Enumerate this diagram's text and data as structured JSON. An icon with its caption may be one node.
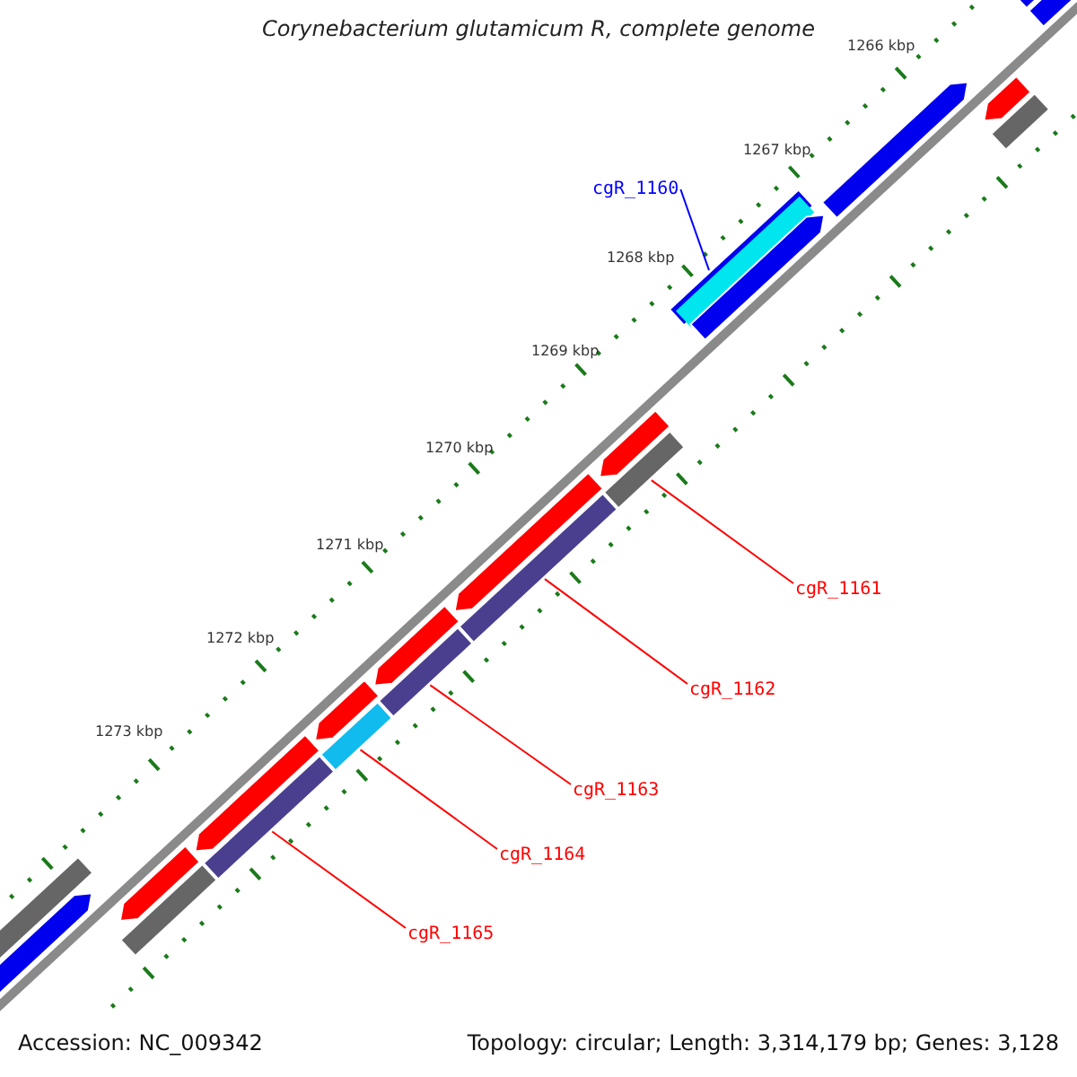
{
  "diagram": {
    "title": "Corynebacterium glutamicum R, complete genome",
    "nodes": [
      {
        "text": [
          "cgR_1160"
        ]
      },
      {
        "text": [],
        "shape": "bar"
      },
      {
        "text": [
          "cgR_1161"
        ]
      },
      {
        "text": [],
        "shape": "bar"
      },
      {
        "text": [
          "cgR_1162"
        ]
      },
      {
        "text": [],
        "shape": "bar"
      },
      {
        "text": [
          "cgR_1163"
        ]
      },
      {
        "text": [],
        "shape": "bar"
      },
      {
        "text": [
          "cgR_1164"
        ]
      },
      {
        "text": [],
        "shape": "bar"
      },
      {
        "text": [
          "cgR_1165"
        ]
      },
      {
        "text": [],
        "shape": "bar"
      },
      {
        "text": [],
        "shape": "pentagon"
      },
      {
        "text": [],
        "shape": "pentagon"
      },
      {
        "text": [],
        "shape": "pentagon"
      },
      {
        "text": [],
        "shape": "pentagon"
      },
      {
        "text": [],
        "shape": "bar"
      },
      {
        "text": [],
        "shape": "pentagon"
      },
      {
        "text": [],
        "shape": "pentagon"
      },
      {
        "text": [],
        "shape": "pentagon"
      },
      {
        "text": [],
        "shape": "pentagon"
      },
      {
        "text": [],
        "shape": "pentagon"
      },
      {
        "text": [],
        "shape": "pentagon"
      },
      {
        "text": [],
        "shape": "pentagon"
      },
      {
        "text": [],
        "shape": "pentagon"
      },
      {
        "text": [],
        "shape": "bar"
      },
      {
        "text": [],
        "shape": "bar"
      }
    ],
    "edges": [
      {
        "from": 0,
        "to": 1,
        "arrow": "none",
        "color": "#0000ff"
      },
      {
        "from": 2,
        "to": 3,
        "arrow": "none"
      },
      {
        "from": 4,
        "to": 5,
        "arrow": "none"
      },
      {
        "from": 6,
        "to": 7,
        "arrow": "none"
      },
      {
        "from": 8,
        "to": 9,
        "arrow": "none"
      },
      {
        "from": 10,
        "to": 11,
        "arrow": "none"
      }
    ],
    "labels": [
      "1266 kbp",
      "1267 kbp",
      "1268 kbp",
      "1269 kbp",
      "1270 kbp",
      "1271 kbp",
      "1272 kbp",
      "1273 kbp",
      "Accession: NC_009342",
      "Topology: circular; Length: 3,314,179 bp; Genes: 3,128"
    ]
  }
}
